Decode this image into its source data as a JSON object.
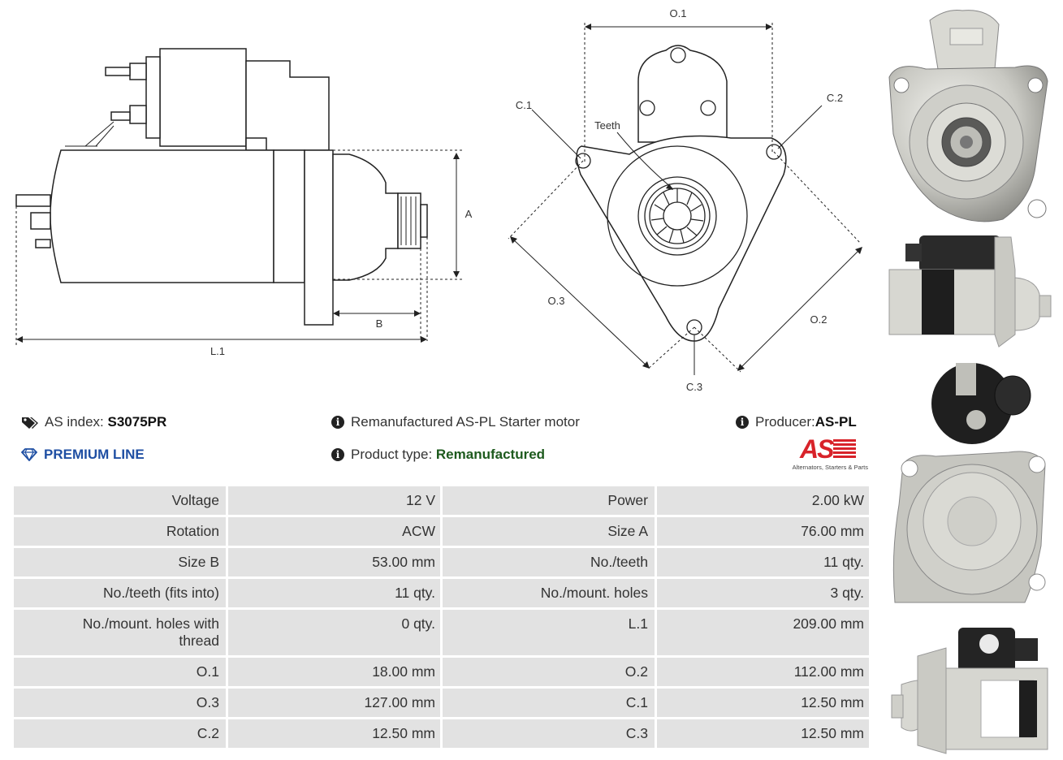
{
  "header": {
    "as_index_label": "AS index:",
    "as_index_value": "S3075PR",
    "premium_line": "PREMIUM LINE",
    "description": "Remanufactured AS-PL Starter motor",
    "product_type_label": "Product type:",
    "product_type_value": "Remanufactured",
    "producer_label": "Producer:",
    "producer_value": "AS-PL",
    "logo_text": "AS",
    "logo_tagline": "Alternators, Starters & Parts"
  },
  "diagram": {
    "side": {
      "a": "A",
      "b": "B",
      "l1": "L.1"
    },
    "front": {
      "o1": "O.1",
      "o2": "O.2",
      "o3": "O.3",
      "c1": "C.1",
      "c2": "C.2",
      "c3": "C.3",
      "teeth": "Teeth"
    }
  },
  "specs": [
    {
      "l1": "Voltage",
      "v1": "12 V",
      "l2": "Power",
      "v2": "2.00 kW"
    },
    {
      "l1": "Rotation",
      "v1": "ACW",
      "l2": "Size A",
      "v2": "76.00 mm"
    },
    {
      "l1": "Size B",
      "v1": "53.00 mm",
      "l2": "No./teeth",
      "v2": "11 qty."
    },
    {
      "l1": "No./teeth (fits into)",
      "v1": "11 qty.",
      "l2": "No./mount. holes",
      "v2": "3 qty."
    },
    {
      "l1": "No./mount. holes with thread",
      "v1": "0 qty.",
      "l2": "L.1",
      "v2": "209.00 mm"
    },
    {
      "l1": "O.1",
      "v1": "18.00 mm",
      "l2": "O.2",
      "v2": "112.00 mm"
    },
    {
      "l1": "O.3",
      "v1": "127.00 mm",
      "l2": "C.1",
      "v2": "12.50 mm"
    },
    {
      "l1": "C.2",
      "v1": "12.50 mm",
      "l2": "C.3",
      "v2": "12.50 mm"
    }
  ],
  "colors": {
    "cell_bg": "#e2e2e2",
    "premium": "#1f4fa3",
    "green": "#1d5a1d",
    "logo_red": "#d8232a"
  }
}
